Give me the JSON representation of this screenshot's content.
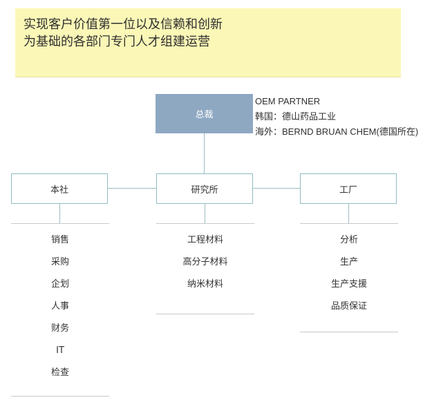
{
  "header": {
    "line1": "实现客户价值第一位以及信赖和创新",
    "line2": "为基础的各部门专门人才组建运营"
  },
  "top": {
    "label": "总裁",
    "partner": {
      "title": "OEM PARTNER",
      "korea": "韩国：德山药品工业",
      "overseas": "海外：BERND BRUAN CHEM(德国所在)"
    }
  },
  "departments": {
    "main": {
      "label": "本社",
      "items": [
        "销售",
        "采购",
        "企划",
        "人事",
        "财务",
        "IT",
        "检查"
      ]
    },
    "research": {
      "label": "研究所",
      "items": [
        "工程材料",
        "高分子材料",
        "纳米材料"
      ]
    },
    "factory": {
      "label": "工厂",
      "items": [
        "分析",
        "生产",
        "生产支援",
        "品质保证"
      ]
    }
  },
  "colors": {
    "banner": "#fbf7b7",
    "top_box": "#8fa8c2",
    "box_border": "#8fbcc3",
    "connector": "#9fbcc1",
    "rule": "#c9c9c9"
  }
}
